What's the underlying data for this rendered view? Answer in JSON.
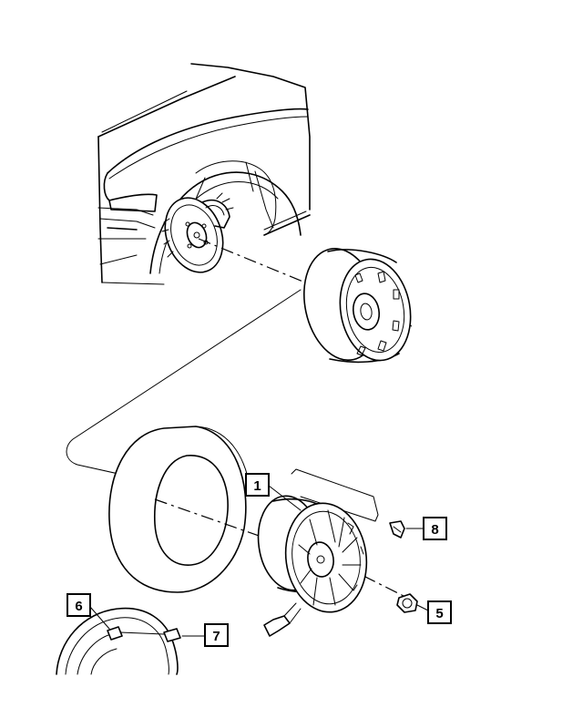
{
  "callouts": [
    {
      "id": "callout-1",
      "label": "1"
    },
    {
      "id": "callout-5",
      "label": "5"
    },
    {
      "id": "callout-6",
      "label": "6"
    },
    {
      "id": "callout-7",
      "label": "7"
    },
    {
      "id": "callout-8",
      "label": "8"
    }
  ]
}
